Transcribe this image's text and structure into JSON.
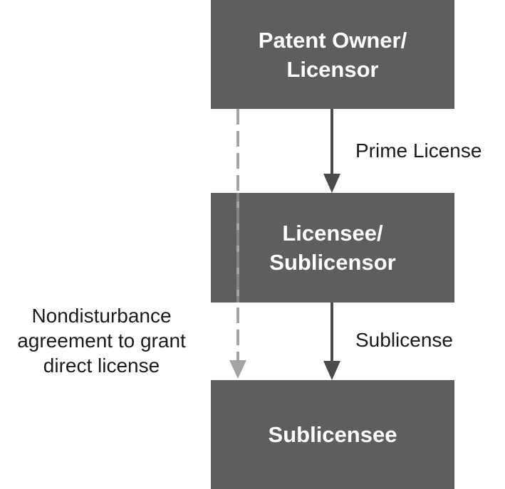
{
  "diagram": {
    "boxes": {
      "owner": "Patent Owner/\nLicensor",
      "licensee": "Licensee/\nSublicensor",
      "sublicensee": "Sublicensee"
    },
    "edges": {
      "prime": "Prime License",
      "sub": "Sublicense",
      "nondisturbance": "Nondisturbance\nagreement to grant\ndirect license"
    },
    "colors": {
      "box_fill": "#5e5e60",
      "box_text": "#ffffff",
      "solid_arrow": "#4a4a4c",
      "dashed_arrow": "#a4a4a6",
      "label_text": "#1a1a1a"
    }
  }
}
